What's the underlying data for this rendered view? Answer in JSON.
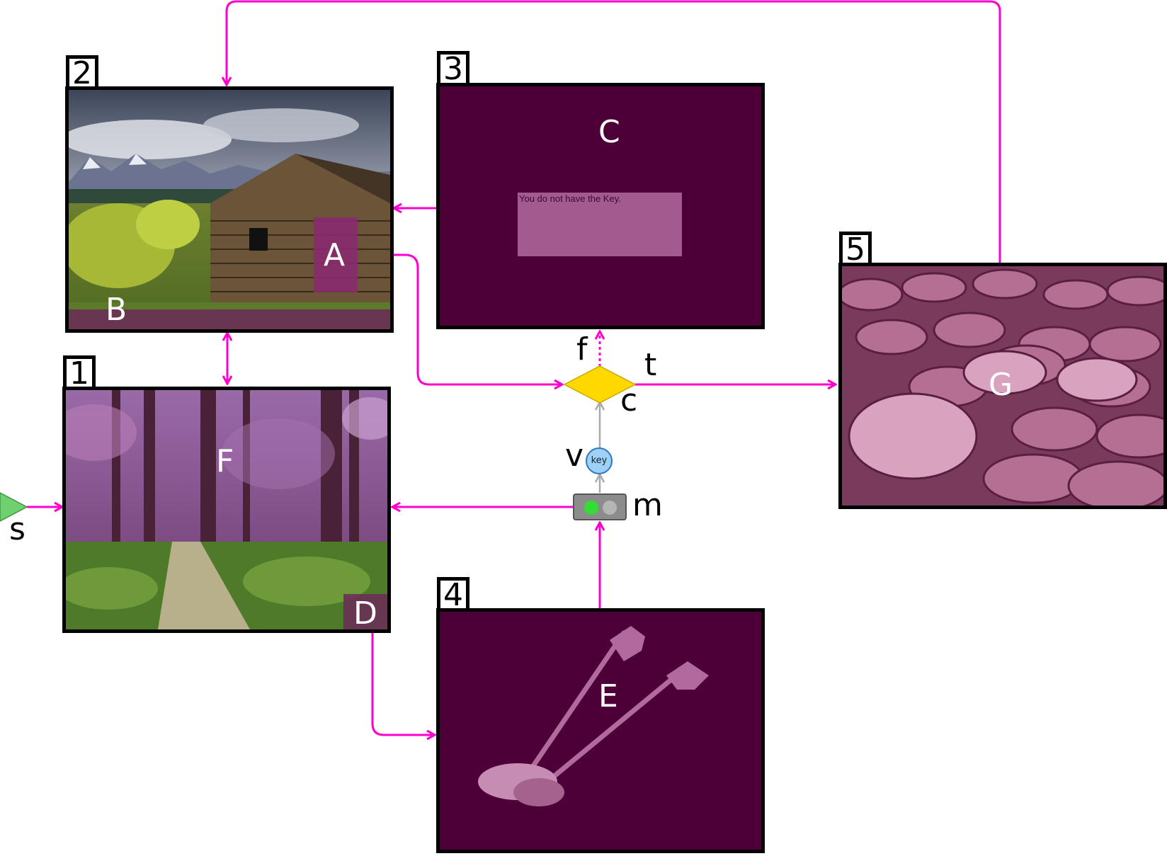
{
  "colors": {
    "link": "#ff00cc",
    "room_bg": "#4d0038",
    "hotspot": "#8a2a6e",
    "decision": "#ffd800",
    "start": "#6fd06f",
    "key_var": "#9fd0f5",
    "wire": "#aaaaaa"
  },
  "rooms": [
    {
      "number": "1",
      "hotspots": [
        "F",
        "D"
      ]
    },
    {
      "number": "2",
      "hotspots": [
        "A",
        "B"
      ]
    },
    {
      "number": "3",
      "hotspots": [
        "C"
      ],
      "message": "You do not have the Key."
    },
    {
      "number": "4",
      "hotspots": [
        "E"
      ]
    },
    {
      "number": "5",
      "hotspots": [
        "G"
      ]
    }
  ],
  "nodes": {
    "start_label": "s",
    "condition_label": "c",
    "true_label": "t",
    "false_label": "f",
    "variable_label": "v",
    "variable_name": "key",
    "modifier_label": "m"
  },
  "icons": {
    "start": "start-triangle-icon",
    "condition": "decision-diamond-icon",
    "variable": "key-variable-icon",
    "modifier": "toggle-switch-icon"
  }
}
